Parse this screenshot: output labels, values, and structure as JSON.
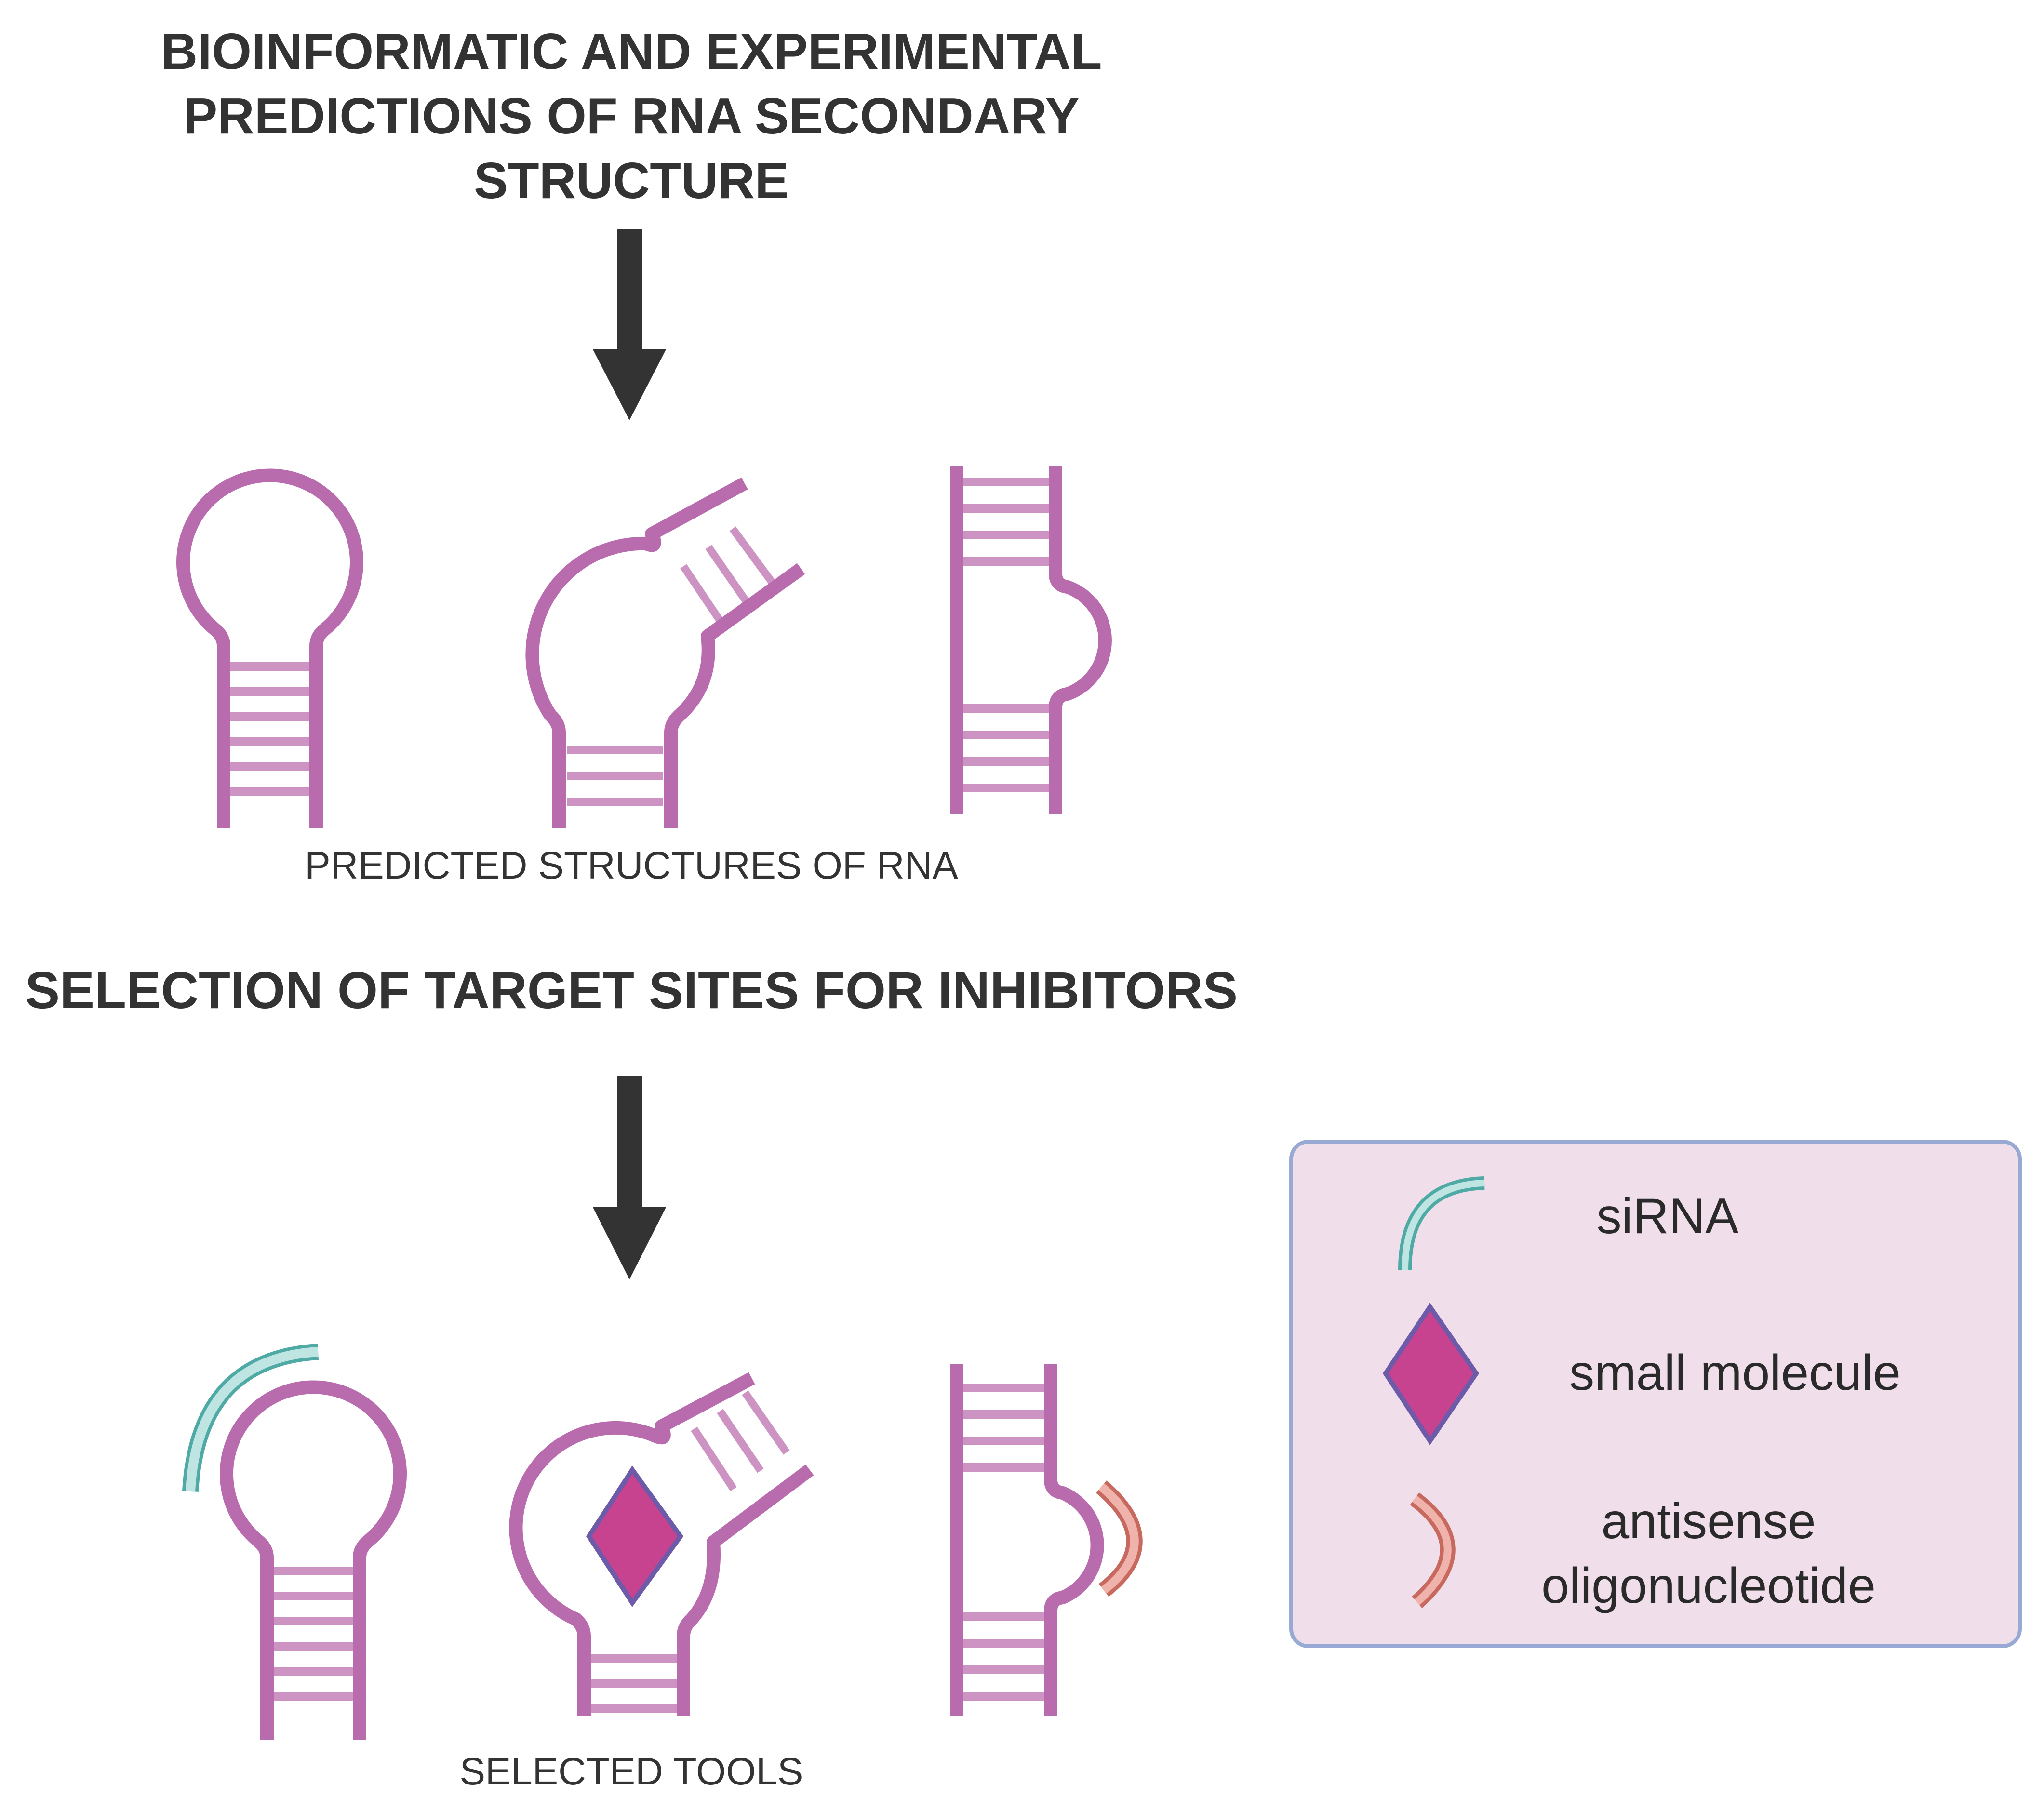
{
  "title_top": {
    "line1": "BIOINFORMATIC AND EXPERIMENTAL",
    "line2": "PREDICTIONS OF RNA SECONDARY",
    "line3": "STRUCTURE"
  },
  "caption_top": "PREDICTED STRUCTURES OF RNA",
  "title_mid": "SELECTION OF TARGET SITES FOR INHIBITORS",
  "caption_bottom": "SELECTED TOOLS",
  "legend": {
    "items": [
      {
        "label": "siRNA",
        "icon": "sirna-strand-icon"
      },
      {
        "label": "small molecule",
        "icon": "small-molecule-diamond-icon"
      },
      {
        "label_line1": "antisense",
        "label_line2": "oligonucleotide",
        "icon": "antisense-oligonucleotide-icon"
      }
    ]
  },
  "colors": {
    "rna_backbone": "#b86bad",
    "rna_rungs": "#cc93c3",
    "arrow": "#333333",
    "sirna": "#7cc9c6",
    "small_molecule_fill": "#c7438f",
    "small_molecule_outline": "#6d5aa8",
    "antisense": "#e5958c",
    "legend_bg": "#f0dfea",
    "legend_border": "#98a9d4"
  }
}
